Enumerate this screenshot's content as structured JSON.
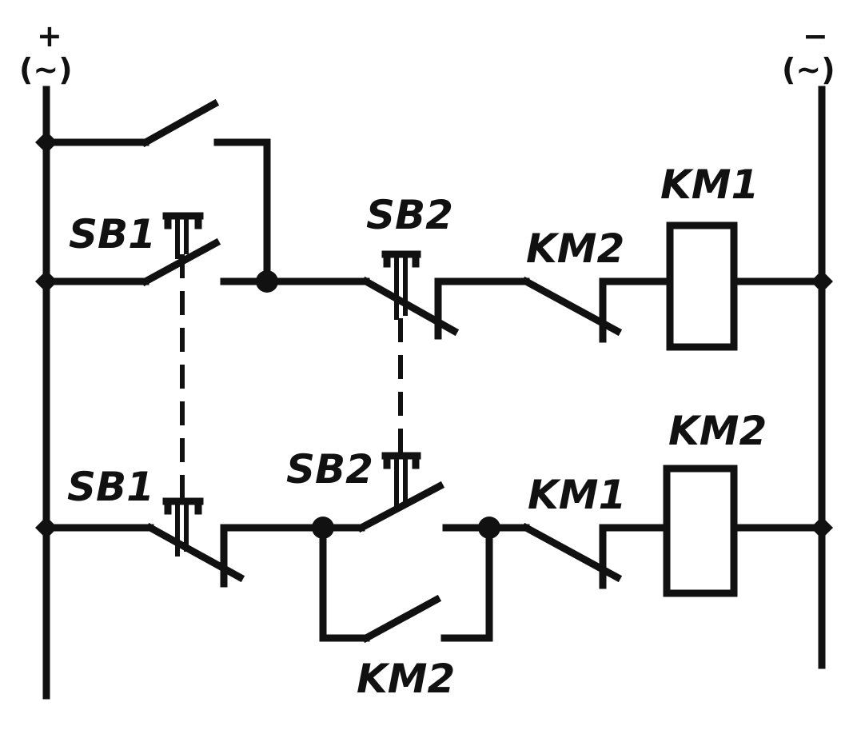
{
  "terminals": {
    "left_polarity": "+",
    "left_ac": "(~)",
    "right_polarity": "−",
    "right_ac": "(~)"
  },
  "rung1": {
    "start_button": "SB1",
    "stop_button": "SB2",
    "interlock_contact": "KM2",
    "coil": "KM1"
  },
  "rung2": {
    "stop_button": "SB1",
    "start_button": "SB2",
    "interlock_contact": "KM1",
    "coil": "KM2",
    "holding_contact": "KM2"
  },
  "colors": {
    "ink": "#111111",
    "background": "#ffffff"
  }
}
